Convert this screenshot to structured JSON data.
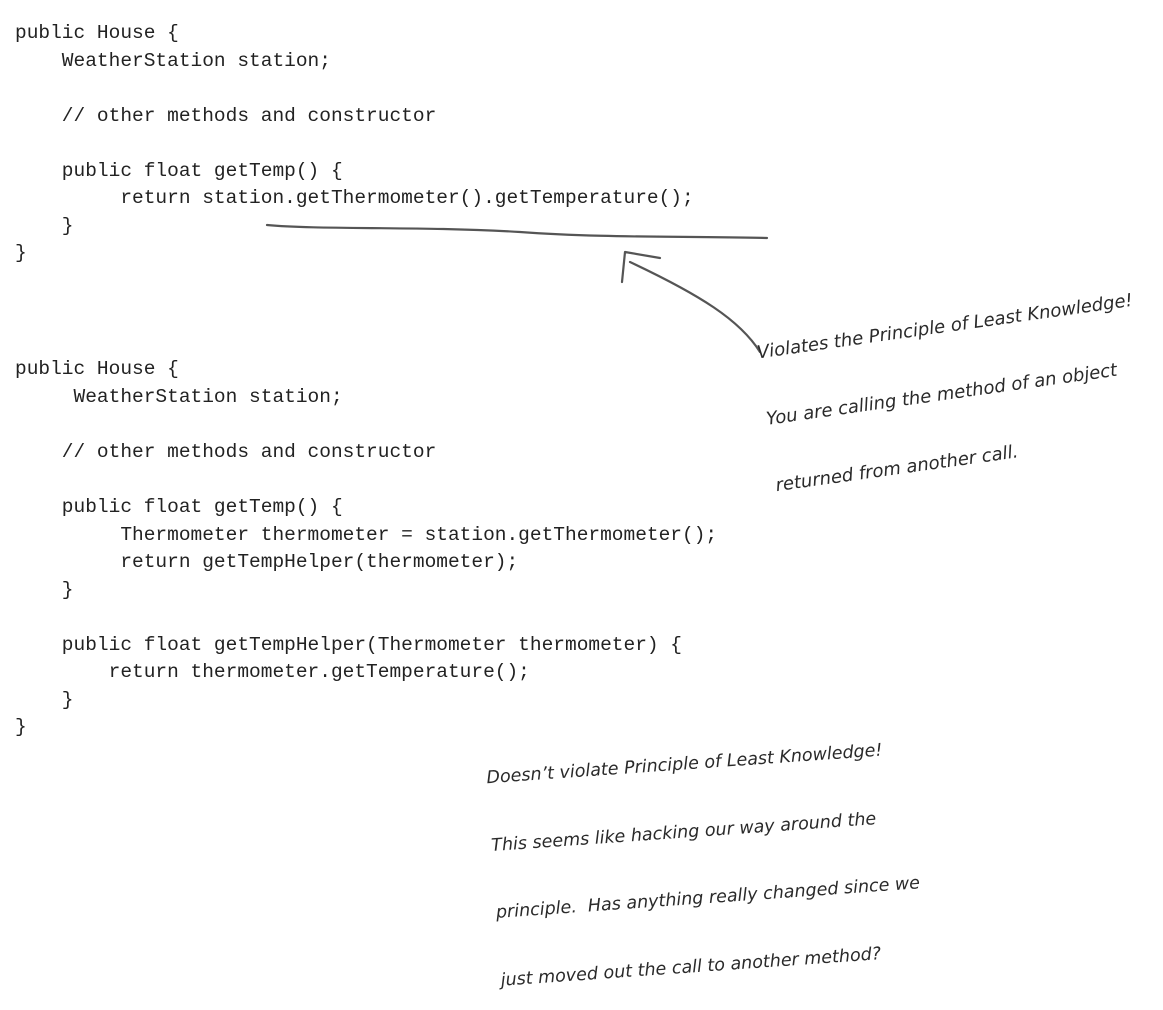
{
  "block1": {
    "lines": [
      "public House {",
      "    WeatherStation station;",
      "    // other methods and constructor",
      "    public float getTemp() {",
      "         return station.getThermometer().getTemperature();",
      "    }",
      "}"
    ]
  },
  "block2": {
    "lines": [
      "public House {",
      "     WeatherStation station;",
      "    // other methods and constructor",
      "    public float getTemp() {",
      "         Thermometer thermometer = station.getThermometer();",
      "         return getTempHelper(thermometer);",
      "    }",
      "    public float getTempHelper(Thermometer thermometer) {",
      "        return thermometer.getTemperature();",
      "    }",
      "}"
    ]
  },
  "note1": {
    "lines": [
      "Violates the Principle of Least Knowledge!",
      "You are calling the method of an object",
      "returned from another call."
    ]
  },
  "note2": {
    "lines": [
      "Doesn’t violate Principle of Least Knowledge!",
      "This seems like hacking our way around the",
      "principle.  Has anything really changed since we",
      "just moved out the call to another method?"
    ]
  },
  "colors": {
    "code_text": "#222222",
    "handwriting": "#2a2a2a",
    "pen_stroke": "#555555"
  }
}
